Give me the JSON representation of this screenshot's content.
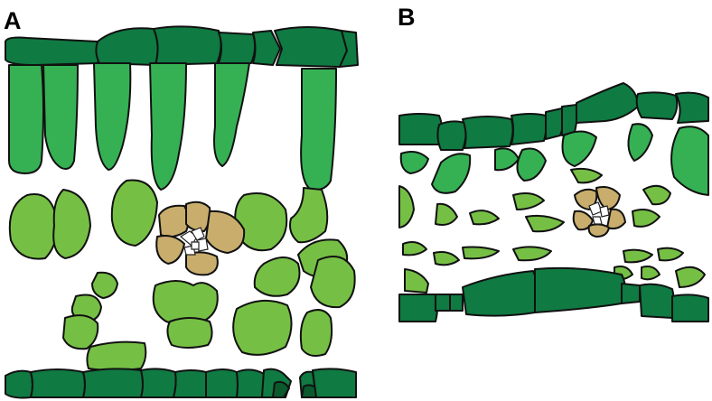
{
  "panels": [
    {
      "id": "A",
      "label": "A"
    },
    {
      "id": "B",
      "label": "B"
    }
  ],
  "colors": {
    "epidermis": "#0f7a42",
    "epidermis_dark": "#0a5a2e",
    "palisade": "#35b154",
    "spongy": "#76bf45",
    "bundle_sheath": "#c8ad6c",
    "outline": "#111111",
    "background": "#ffffff"
  },
  "legend": []
}
